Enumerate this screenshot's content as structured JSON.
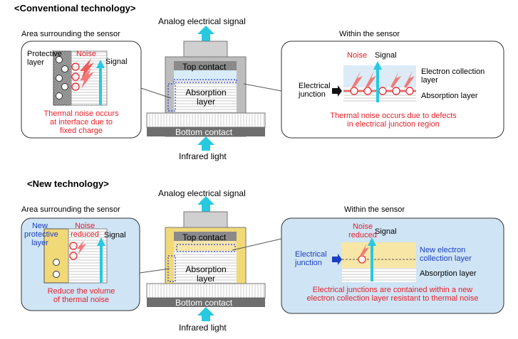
{
  "colors": {
    "cyan": "#27c9e0",
    "red": "#e8202a",
    "blue": "#1a3fc0",
    "yellow": "#f2d978",
    "bubble": "#cfe4f5",
    "gray": "#b0b0b0",
    "darkgray": "#6e6e6e"
  },
  "conventional": {
    "heading": "<Conventional technology>",
    "top_signal": "Analog electrical signal",
    "top_contact": "Top contact",
    "absorption_layer": [
      "Absorption",
      "layer"
    ],
    "bottom_contact": "Bottom contact",
    "infrared": "Infrared light",
    "left_panel": {
      "title": "Area surrounding the sensor",
      "protective_layer": [
        "Protective",
        "layer"
      ],
      "noise": "Noise",
      "signal": "Signal",
      "caption": [
        "Thermal noise occurs",
        "at interface due to",
        "fixed charge"
      ]
    },
    "right_panel": {
      "title": "Within the sensor",
      "noise": "Noise",
      "signal": "Signal",
      "electrical_junction": [
        "Electrical",
        "junction"
      ],
      "electron_collection_layer": [
        "Electron collection",
        "layer"
      ],
      "absorption_layer": "Absorption layer",
      "caption": [
        "Thermal noise occurs due to defects",
        "in electrical junction region"
      ]
    }
  },
  "new": {
    "heading": "<New technology>",
    "top_signal": "Analog electrical signal",
    "top_contact": "Top contact",
    "absorption_layer": [
      "Absorption",
      "layer"
    ],
    "bottom_contact": "Bottom contact",
    "infrared": "Infrared light",
    "left_panel": {
      "title": "Area surrounding the sensor",
      "protective_layer": [
        "New",
        "protective",
        "layer"
      ],
      "noise": [
        "Noise",
        "reduced"
      ],
      "signal": "Signal",
      "caption": [
        "Reduce the volume",
        "of thermal noise"
      ]
    },
    "right_panel": {
      "title": "Within the sensor",
      "noise": [
        "Noise",
        "reduced"
      ],
      "signal": "Signal",
      "electrical_junction": [
        "Electrical",
        "junction"
      ],
      "electron_collection_layer": [
        "New electron",
        "collection layer"
      ],
      "absorption_layer": "Absorption layer",
      "caption": [
        "Electrical junctions are contained within a new",
        "electron collection layer resistant to thermal noise"
      ]
    }
  }
}
